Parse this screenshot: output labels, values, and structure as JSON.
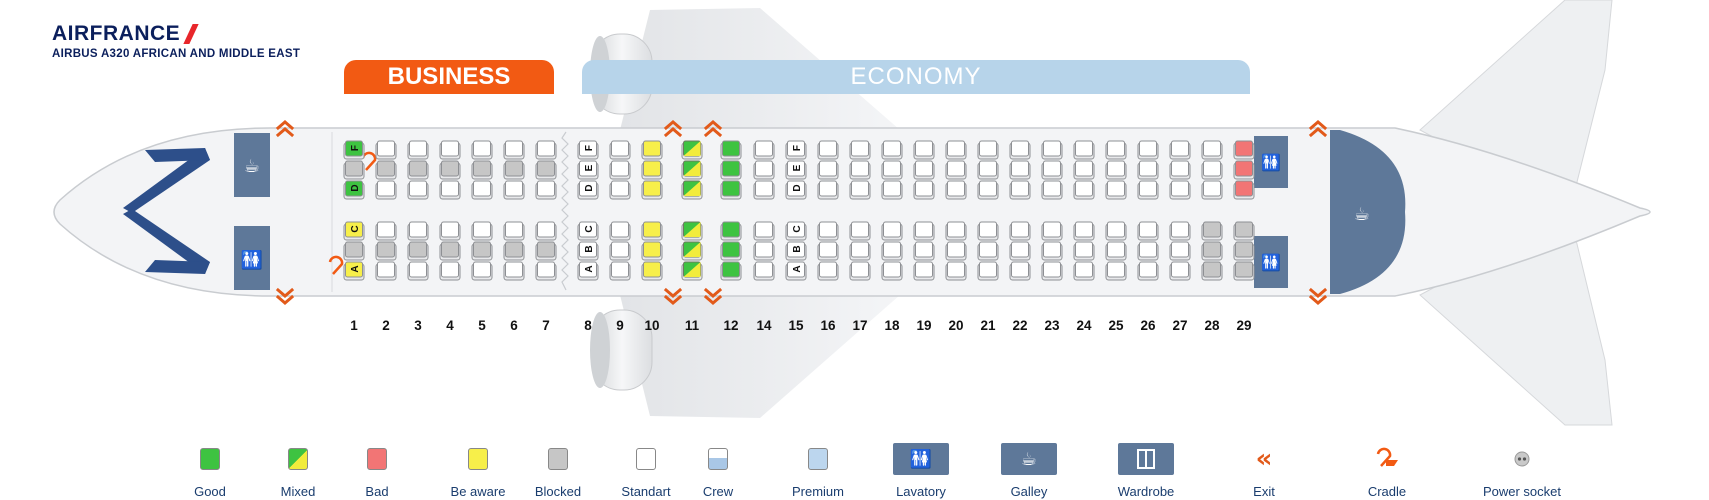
{
  "header": {
    "brand": "AIRFRANCE",
    "subtitle": "AIRBUS A320 AFRICAN AND MIDDLE EAST"
  },
  "cabins": {
    "business": "BUSINESS",
    "economy": "ECONOMY"
  },
  "rows": [
    "1",
    "2",
    "3",
    "4",
    "5",
    "6",
    "7",
    "8",
    "9",
    "10",
    "11",
    "12",
    "14",
    "15",
    "16",
    "17",
    "18",
    "19",
    "20",
    "21",
    "22",
    "23",
    "24",
    "25",
    "26",
    "27",
    "28",
    "29"
  ],
  "seat_letters": {
    "row1_upper_top": "F",
    "row1_upper_bottom": "D",
    "row1_lower_top": "C",
    "row1_lower_bottom": "A",
    "row8_upper": [
      "F",
      "E",
      "D"
    ],
    "row8_lower": [
      "C",
      "B",
      "A"
    ],
    "row15_upper": [
      "F",
      "E",
      "D"
    ],
    "row15_lower": [
      "C",
      "B",
      "A"
    ]
  },
  "colors": {
    "good": "#3ec341",
    "mixed_green": "#3ec341",
    "mixed_yellow": "#f2ec3c",
    "bad": "#f27575",
    "be_aware": "#f7ef4a",
    "blocked": "#c6c6c6",
    "standart": "#ffffff",
    "fuselage": "#f3f4f6",
    "facility": "#5e7899",
    "exit": "#e25a1a",
    "business_header": "#f25a13",
    "economy_header": "#b7d4ea"
  },
  "legend": [
    {
      "key": "good",
      "label": "Good",
      "icon": "good-seat-swatch"
    },
    {
      "key": "mixed",
      "label": "Mixed",
      "icon": "mixed-seat-swatch"
    },
    {
      "key": "bad",
      "label": "Bad",
      "icon": "bad-seat-swatch"
    },
    {
      "key": "be_aware",
      "label": "Be aware",
      "icon": "be-aware-seat-swatch"
    },
    {
      "key": "blocked",
      "label": "Blocked",
      "icon": "blocked-seat-swatch"
    },
    {
      "key": "standart",
      "label": "Standart",
      "icon": "standard-seat-swatch"
    },
    {
      "key": "crew",
      "label": "Crew",
      "icon": "crew-seat-swatch"
    },
    {
      "key": "premium",
      "label": "Premium",
      "icon": "premium-seat-swatch"
    },
    {
      "key": "lavatory",
      "label": "Lavatory",
      "icon": "lavatory-icon"
    },
    {
      "key": "galley",
      "label": "Galley",
      "icon": "galley-icon"
    },
    {
      "key": "wardrobe",
      "label": "Wardrobe",
      "icon": "wardrobe-icon"
    },
    {
      "key": "exit",
      "label": "Exit",
      "icon": "exit-icon"
    },
    {
      "key": "cradle",
      "label": "Cradle",
      "icon": "cradle-icon"
    },
    {
      "key": "power",
      "label": "Power socket",
      "icon": "power-socket-icon"
    }
  ]
}
